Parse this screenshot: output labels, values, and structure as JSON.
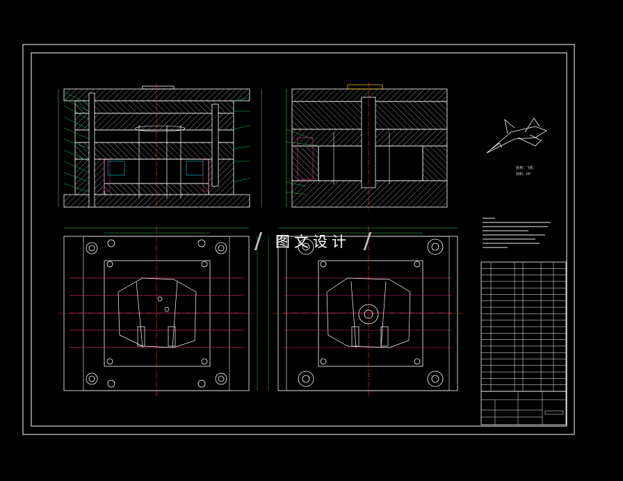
{
  "drawing": {
    "watermark_text": "图文设计",
    "model_caption": [
      "名称：飞机",
      "材料：PP"
    ],
    "colors": {
      "background": "#000000",
      "outline": "#ffffff",
      "hatch": "#d8d8d8",
      "dimension": "#34c759",
      "centerline": "#ff3b30",
      "accent": "#d62c8c",
      "cyan": "#00d7e6",
      "yellow": "#ffd60a"
    },
    "bom_rows": 19,
    "views": [
      "front-section",
      "side-section",
      "moving-half-plan",
      "fixed-half-plan",
      "part-isometric",
      "technical-requirements",
      "bill-of-materials",
      "title-block"
    ]
  }
}
